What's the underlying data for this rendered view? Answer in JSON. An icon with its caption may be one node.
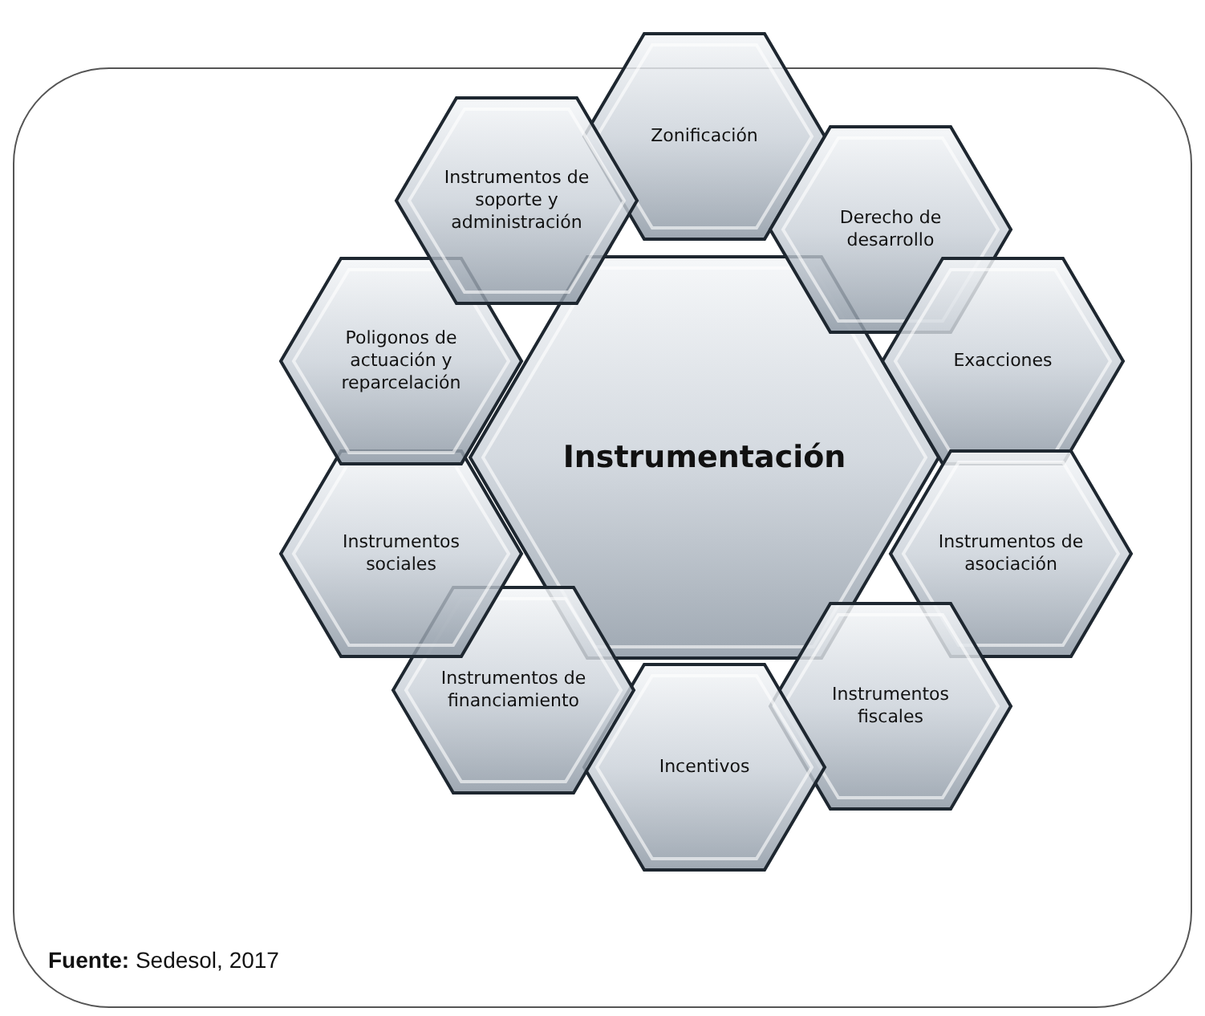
{
  "diagram": {
    "caption": "**Fuente:** Sedesol, 2017",
    "nodes": [
      {
        "text": [
          "Instrumentación"
        ]
      },
      {
        "text": [
          "Zonificación"
        ]
      },
      {
        "text": [
          "Derecho de desarrollo"
        ]
      },
      {
        "text": [
          "Exacciones"
        ]
      },
      {
        "text": [
          "Instrumentos de asociación"
        ]
      },
      {
        "text": [
          "Instrumentos fiscales"
        ]
      },
      {
        "text": [
          "Incentivos"
        ]
      },
      {
        "text": [
          "Instrumentos de financiamiento"
        ]
      },
      {
        "text": [
          "Instrumentos sociales"
        ]
      },
      {
        "text": [
          "Poligonos de actuación y reparcelación"
        ]
      },
      {
        "text": [
          "Instrumentos de soporte y administración"
        ]
      }
    ],
    "edges": []
  }
}
